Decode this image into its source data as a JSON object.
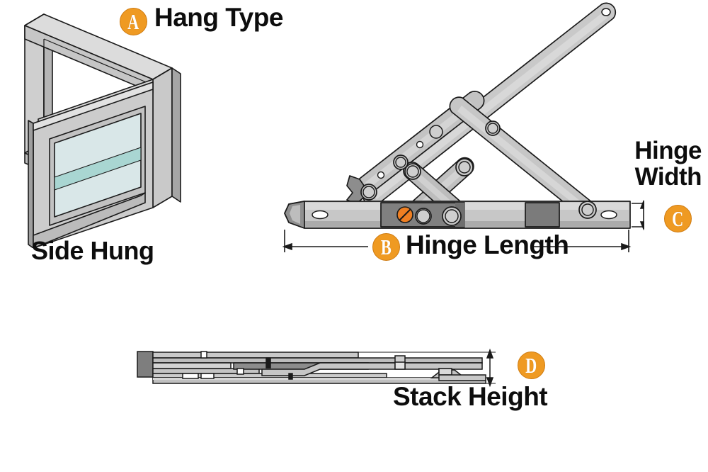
{
  "diagram": {
    "title": "Window Hinge Measurement Guide",
    "background": "#ffffff"
  },
  "colors": {
    "badge_fill": "#ef9a22",
    "badge_stroke": "#cf7b10",
    "badge_text": "#ffffff",
    "text": "#0d0d0d",
    "metal_light": "#d3d3d3",
    "metal_mid": "#bcbcbc",
    "metal_dark": "#8e8e8e",
    "metal_darker": "#6f6f6f",
    "frame_light": "#d0d0d0",
    "frame_mid": "#c0c0c0",
    "frame_shade": "#a9a9a9",
    "glass": "#d9e7e8",
    "glass_band": "#a9d6d2",
    "screw_orange": "#ef7f22",
    "outline": "#1a1a1a"
  },
  "callouts": [
    {
      "key": "A",
      "letter": "A",
      "label": "Hang Type",
      "sublabel": "Side Hung"
    },
    {
      "key": "B",
      "letter": "B",
      "label": "Hinge Length",
      "sublabel": ""
    },
    {
      "key": "C",
      "letter": "C",
      "label": "Hinge Width",
      "sublabel": ""
    },
    {
      "key": "D",
      "letter": "D",
      "label": "Stack Height",
      "sublabel": ""
    }
  ],
  "labels": {
    "hang_type": "Hang Type",
    "side_hung": "Side Hung",
    "hinge_length": "Hinge Length",
    "hinge_width_line1": "Hinge",
    "hinge_width_line2": "Width",
    "stack_height": "Stack Height"
  },
  "panels": {
    "window": {
      "name": "side-hung-window-isometric",
      "description": "Isometric open casement window, outer frame with sash swung outward, tinted glazing"
    },
    "hinge_open": {
      "name": "friction-stay-hinge-open",
      "description": "Friction stay hinge shown open with scissor arms, track rail, orange friction screw"
    },
    "hinge_stacked": {
      "name": "friction-stay-hinge-closed-profile",
      "description": "Side profile of hinge closed flat showing stack height"
    }
  },
  "dimensions": {
    "hinge_length": {
      "letter": "B",
      "orientation": "horizontal",
      "arrow": "double"
    },
    "hinge_width": {
      "letter": "C",
      "orientation": "vertical",
      "arrow": "double"
    },
    "stack_height": {
      "letter": "D",
      "orientation": "vertical",
      "arrow": "double"
    }
  }
}
